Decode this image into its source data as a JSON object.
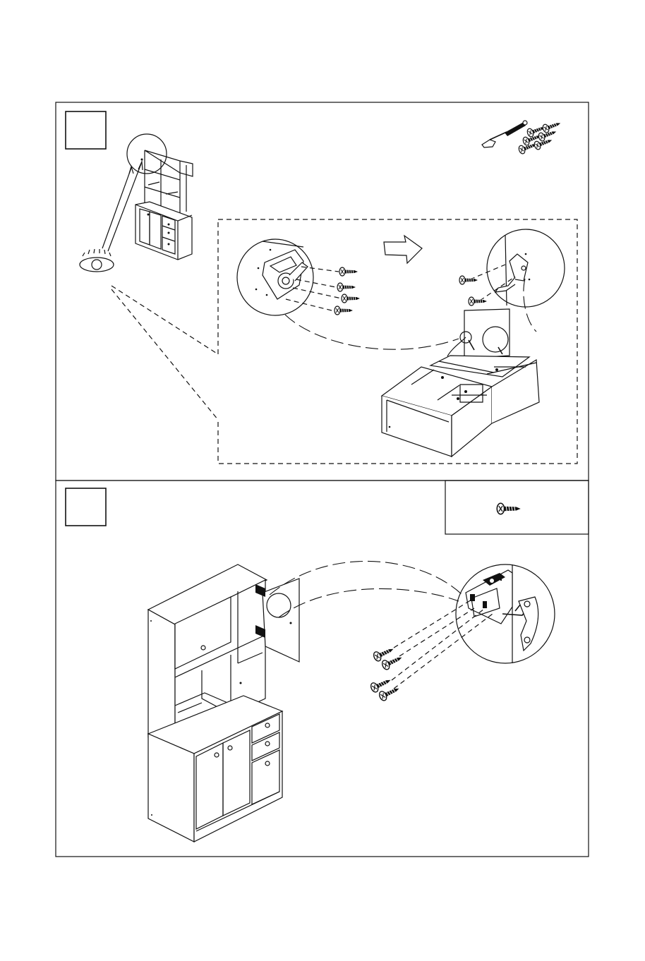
{
  "page": {
    "background": "#ffffff",
    "line_color": "#111111"
  },
  "steps": [
    {
      "number": "",
      "parts": [
        {
          "icon": "gas-strut-icon",
          "count": 1
        },
        {
          "icon": "screw-icon",
          "count": 6
        }
      ]
    },
    {
      "number": "",
      "parts": [
        {
          "icon": "screw-icon",
          "count": 1
        }
      ]
    }
  ]
}
